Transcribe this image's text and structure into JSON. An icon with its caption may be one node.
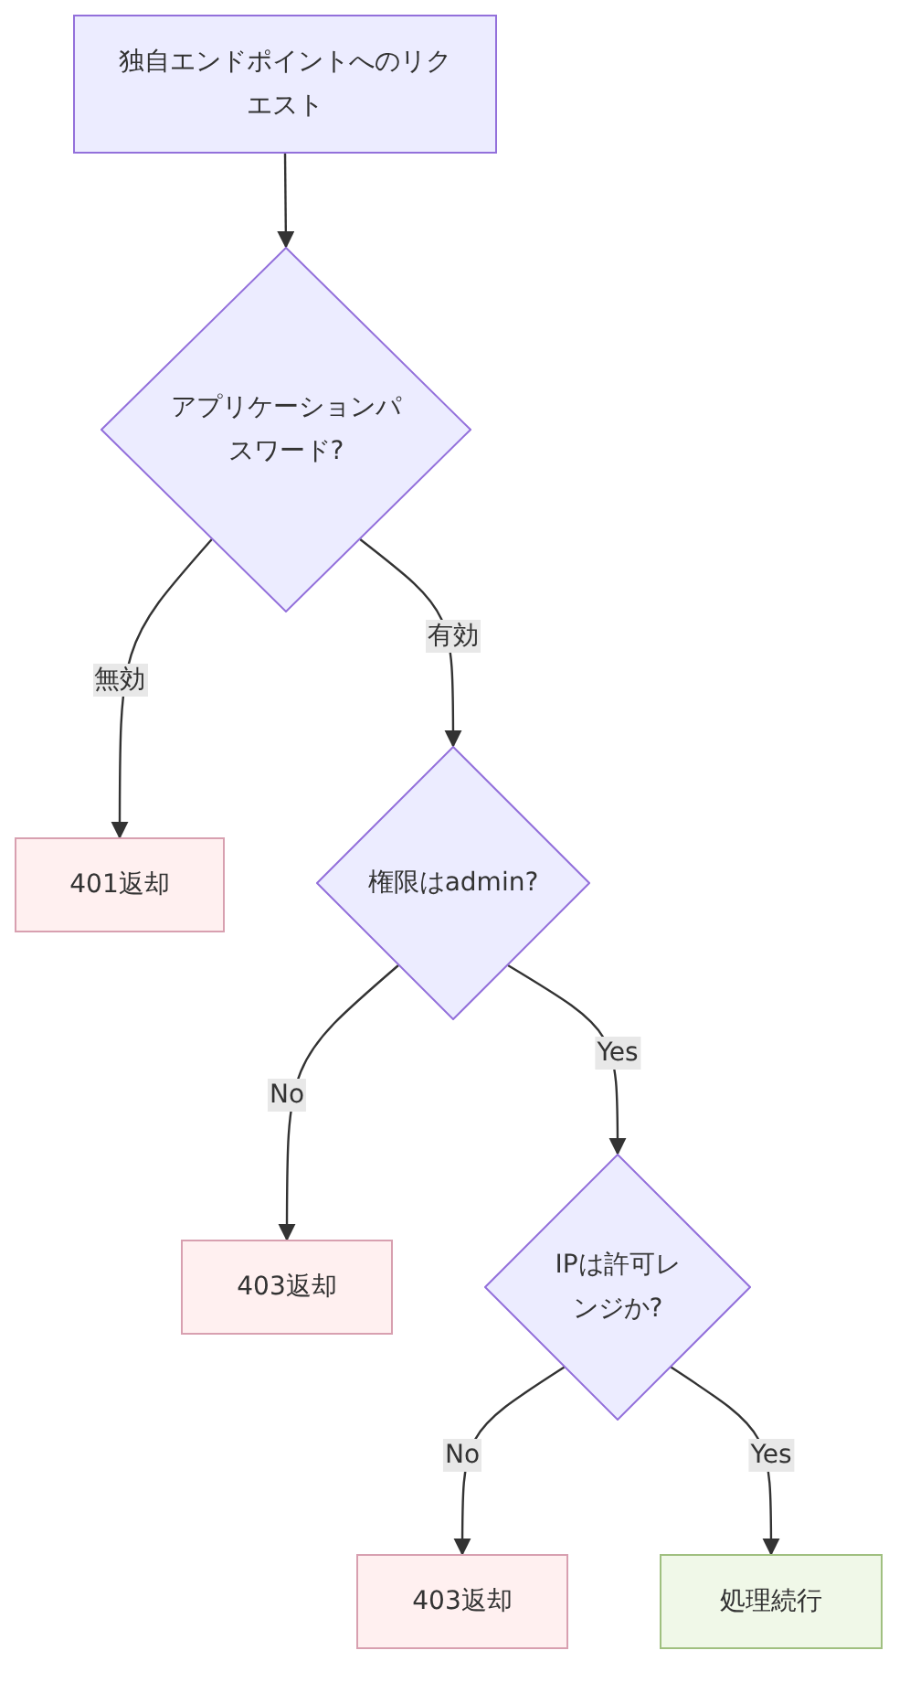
{
  "diagram": {
    "nodes": [
      {
        "text": [
          "独自エンドポイントへのリクエスト"
        ]
      },
      {
        "text": [
          "アプリケーションパスワード?"
        ]
      },
      {
        "text": [
          "401返却"
        ]
      },
      {
        "text": [
          "権限はadmin?"
        ]
      },
      {
        "text": [
          "403返却"
        ]
      },
      {
        "text": [
          "IPは許可レンジか?"
        ]
      },
      {
        "text": [
          "403返却"
        ]
      },
      {
        "text": [
          "処理続行"
        ]
      }
    ],
    "edges": [
      {
        "from": 0,
        "to": 1,
        "arrow": "to"
      },
      {
        "from": 1,
        "to": 2,
        "arrow": "to",
        "label": "無効"
      },
      {
        "from": 1,
        "to": 3,
        "arrow": "to",
        "label": "有効"
      },
      {
        "from": 3,
        "to": 4,
        "arrow": "to",
        "label": "No"
      },
      {
        "from": 3,
        "to": 5,
        "arrow": "to",
        "label": "Yes"
      },
      {
        "from": 5,
        "to": 6,
        "arrow": "to",
        "label": "No"
      },
      {
        "from": 5,
        "to": 7,
        "arrow": "to",
        "label": "Yes"
      }
    ]
  }
}
